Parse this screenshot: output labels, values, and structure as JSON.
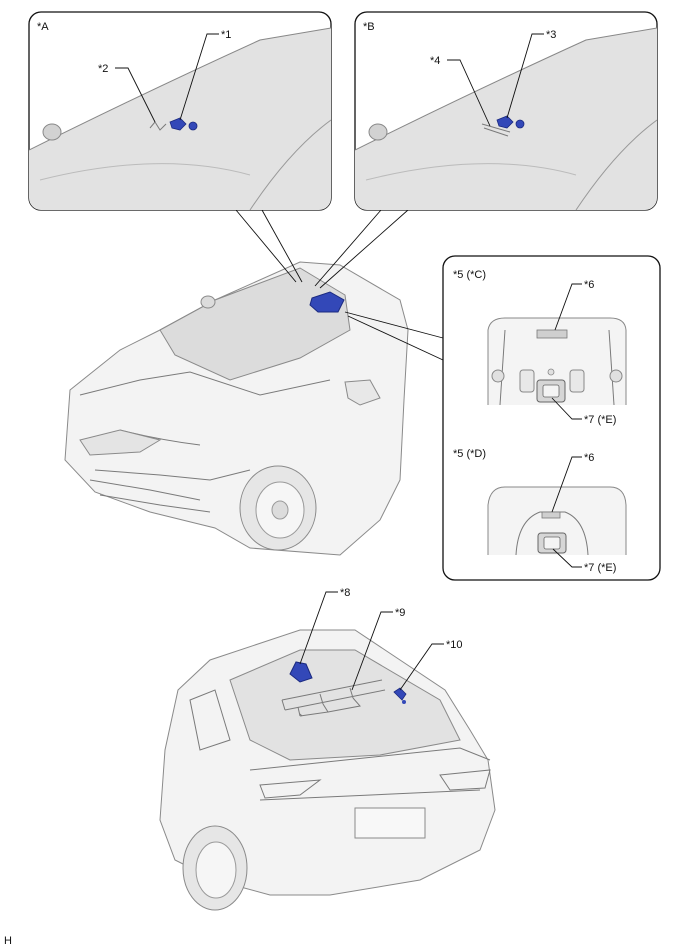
{
  "callouts": {
    "inset_a": "*A",
    "inset_b": "*B",
    "c1": "*1",
    "c2": "*2",
    "c3": "*3",
    "c4": "*4",
    "c5c": "*5 (*C)",
    "c5d": "*5 (*D)",
    "c6_top": "*6",
    "c6_bottom": "*6",
    "c7_top": "*7 (*E)",
    "c7_bottom": "*7 (*E)",
    "c8": "*8",
    "c9": "*9",
    "c10": "*10"
  },
  "footer_code": "H",
  "colors": {
    "highlight": "#3348b8",
    "body_fill": "#f2f2f2",
    "inset_fill": "#e0e0e0",
    "glass_fill": "#dadada",
    "line": "#111111"
  }
}
